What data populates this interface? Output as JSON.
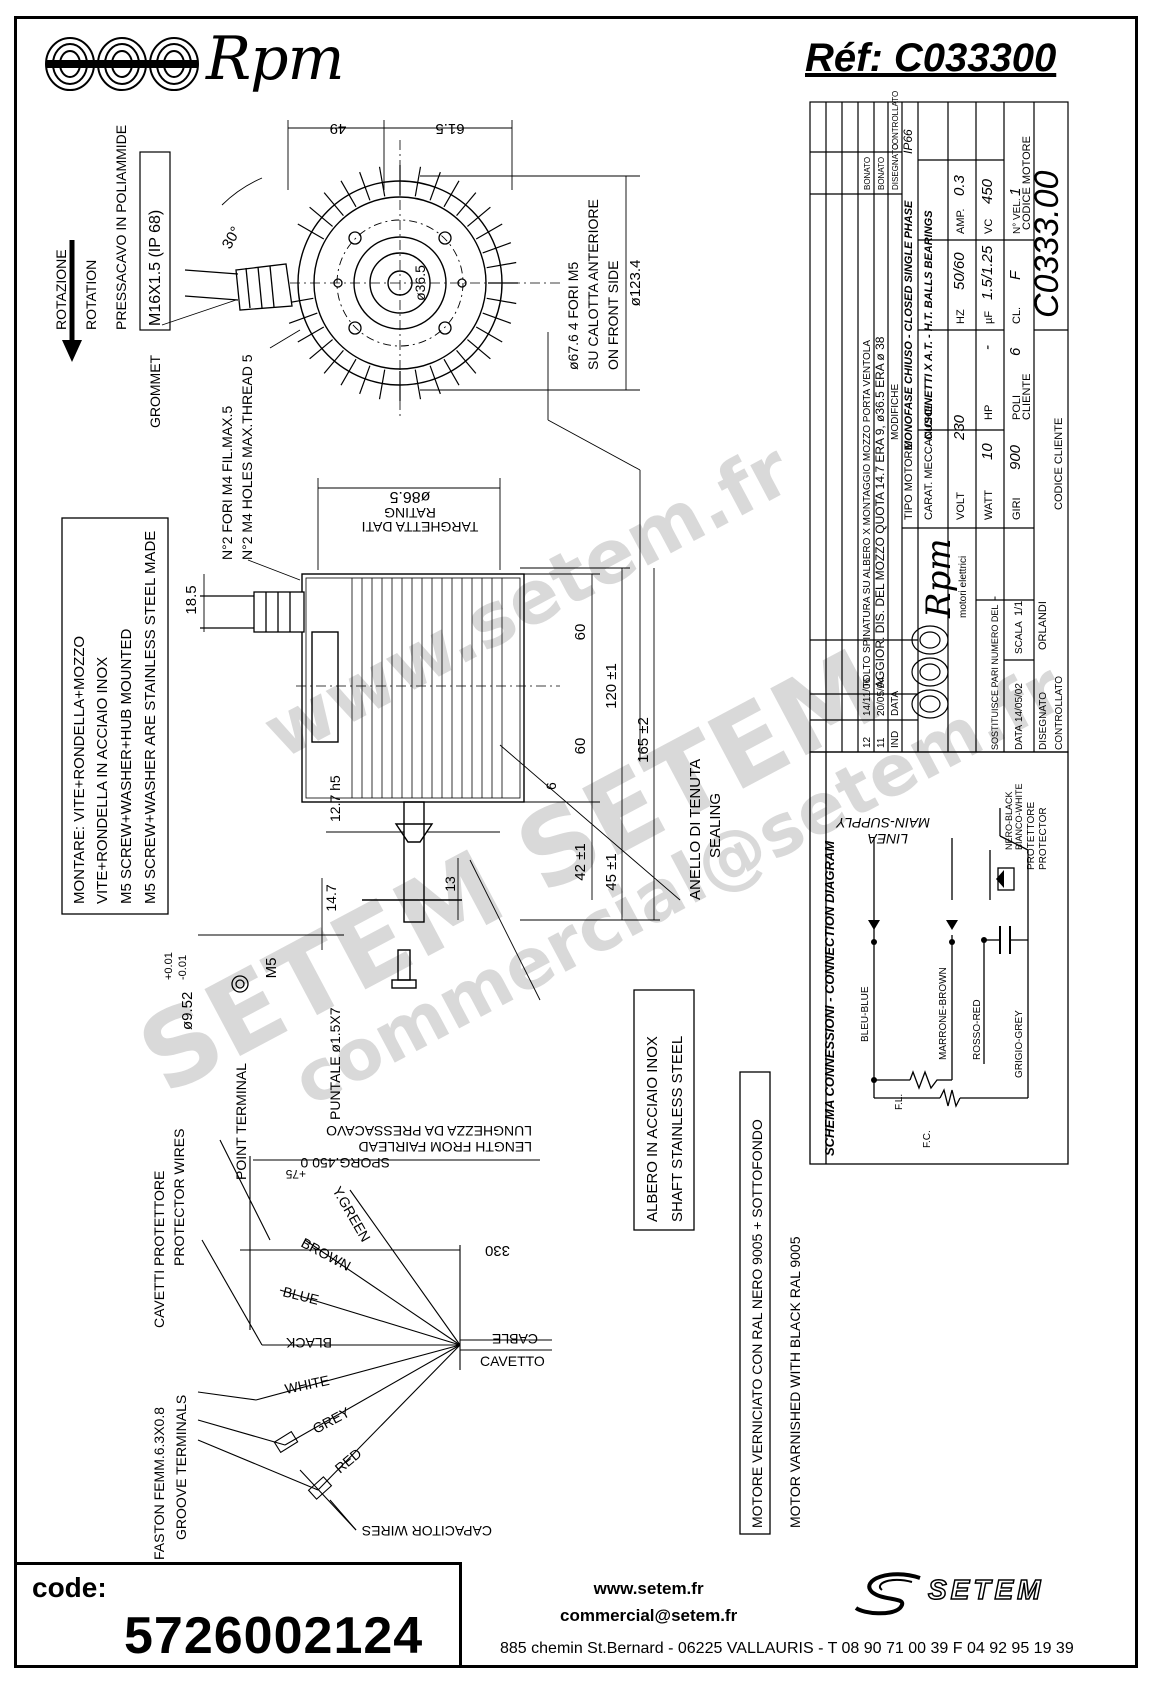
{
  "header": {
    "brand": "Rpm",
    "reference": "Réf:  C033300"
  },
  "motor_views": {
    "dim_49": "49",
    "dim_61_5": "61.5",
    "dim_123_4": "ø123.4",
    "dim_36_5": "ø36.5",
    "dim_30deg": "30°",
    "holes_front_1": "ø67.6 4 FORI M5",
    "holes_front_2": "SU CALOTTA ANTERIORE",
    "holes_front_3": "ON FRONT SIDE",
    "rotation_it": "ROTAZIONE",
    "rotation_en": "ROTATION",
    "gland_title": "PRESSACAVO IN POLIAMMIDE",
    "gland_spec": "M16X1.5 (IP 68)",
    "grommet": "GROMMET",
    "holes_m4_it": "N°2 FORI M4 FIL.MAX.5",
    "holes_m4_en": "N°2 M4 HOLES MAX.THREAD 5",
    "dim_86_5": "ø86.5",
    "rating_it": "TARGHETTA DATI",
    "rating_en": "RATING",
    "dim_18_5": "18.5",
    "dim_60a": "60",
    "dim_60b": "60",
    "dim_120": "120 ±1",
    "dim_165": "165 ±2",
    "dim_6": "6",
    "dim_12_7": "12.7 h5",
    "dim_42": "42 ±1",
    "dim_45": "45 ±1",
    "dim_13": "13",
    "dim_14_7": "14.7",
    "dim_m5": "M5",
    "dim_9_52": "ø9.52",
    "tol_plus": "+0.01",
    "tol_minus": "-0.01",
    "sealing_it": "ANELLO DI TENUTA",
    "sealing_en": "SEALING",
    "mount_1": "MONTARE: VITE+RONDELLA+MOZZO",
    "mount_2": "VITE+RONDELLA IN ACCIAIO INOX",
    "mount_3": "M5 SCREW+WASHER+HUB MOUNTED",
    "mount_4": "M5 SCREW+WASHER ARE STAINLESS STEEL MADE",
    "shaft_1": "ALBERO IN ACCIAIO INOX",
    "shaft_2": "SHAFT STAINLESS STEEL",
    "paint_1": "MOTORE VERNICIATO CON RAL NERO 9005 + SOTTOFONDO",
    "paint_2": "MOTOR VARNISHED WITH BLACK RAL 9005"
  },
  "cable": {
    "point_it": "PUNTALE ø1.5X7",
    "point_en": "POINT TERMINAL",
    "length_it": "LUNGHEZZA DA PRESSACAVO",
    "length_en": "LENGTH FROM FAIRLEAD",
    "sporg": "SPORG.450  0",
    "sporg_tol": "+75",
    "len_330": "330",
    "cable_en": "CABLE",
    "cable_it": "CAVETTO",
    "prot_it": "CAVETTI PROTETTORE",
    "prot_en": "PROTECTOR WIRES",
    "faston_1": "FASTON FEMM.6.3X0.8",
    "faston_2": "GROOVE TERMINALS",
    "cap_wires": "CAPACITOR WIRES",
    "wires": [
      "Y.GREEN",
      "BROWN",
      "BLUE",
      "BLACK",
      "WHITE",
      "GREY",
      "RED"
    ]
  },
  "title_block": {
    "revisions": [
      {
        "ind": "12",
        "date": "14/11/06",
        "text": "TOLTO SPINATURA SU ALBERO X MONTAGGIO MOZZO PORTA VENTOLA"
      },
      {
        "ind": "11",
        "date": "20/05/04",
        "text": "AGGIOR. DIS. DEL MOZZO   QUOTA 14.7 ERA 9, ø36.5 ERA ø 38"
      }
    ],
    "col_ind": "IND",
    "col_data": "DATA",
    "col_modifiche": "MODIFICHE",
    "col_disegnato": "DISEGNATO",
    "col_controllato": "CONTROLLATO",
    "bonato_1": "BONATO",
    "bonato_2": "BONATO",
    "tipo_label": "TIPO MOTORE",
    "tipo_value": "MONOFASE CHIUSO - CLOSED SINGLE PHASE",
    "ip": "IP66",
    "carat_label": "CARAT. MECCANICHE",
    "carat_value": "CUSCINETTI X A.T. - H.T. BALLS BEARINGS",
    "volt_label": "VOLT",
    "volt": "230",
    "hz_label": "HZ",
    "hz": "50/60",
    "amp_label": "AMP.",
    "amp": "0.3",
    "watt_label": "WATT",
    "watt": "10",
    "hp_label": "HP",
    "hp": "-",
    "uf_label": "µF",
    "uf": "1.5/1.25",
    "vc_label": "VC",
    "vc": "450",
    "giri_label": "GIRI",
    "giri": "900",
    "poli_label": "POLI",
    "poli": "6",
    "cl_label": "CL.",
    "cl": "F",
    "nvel_label": "N° VEL.",
    "nvel": "1",
    "cliente_label": "CLIENTE",
    "codice_motore_label": "CODICE MOTORE",
    "codice_motore": "C0333.00",
    "codice_cliente_label": "CODICE CLIENTE",
    "rpm_brand": "Rpm",
    "rpm_sub": "motori elettrici",
    "sostituisce": "SOSTITUISCE PARI NUMERO DEL",
    "sostituisce_v": "-",
    "data_label": "DATA",
    "data": "14/05/02",
    "scala_label": "SCALA",
    "scala": "1/1",
    "disegnato_label": "DISEGNATO",
    "disegnato": "ORLANDI",
    "controllato_label": "CONTROLLATO"
  },
  "schema": {
    "title": "SCHEMA CONNESSIONI  -  CONNECTION DIAGRAM",
    "linea": "LINEA",
    "main": "MAIN-SUPPLY",
    "nero": "NERO-BLACK",
    "bianco": "BIANCO-WHITE",
    "protettore": "PROTETTORE",
    "protector": "PROTECTOR",
    "blue": "BLEU-BLUE",
    "brown": "MARRONE-BROWN",
    "red": "ROSSO-RED",
    "grey": "GRIGIO-GREY",
    "fl": "F.L.",
    "fc": "F.C."
  },
  "footer": {
    "code_label": "code:",
    "code_value": "5726002124",
    "web": "www.setem.fr",
    "email": "commercial@setem.fr",
    "address": "885 chemin St.Bernard  -  06225 VALLAURIS  -  T 08 90 71 00 39   F 04 92 95 19 39",
    "brand": "SETEM"
  },
  "watermarks": [
    "www.setem.fr",
    "SETEM  SETEM",
    "commercial@setem.fr"
  ]
}
